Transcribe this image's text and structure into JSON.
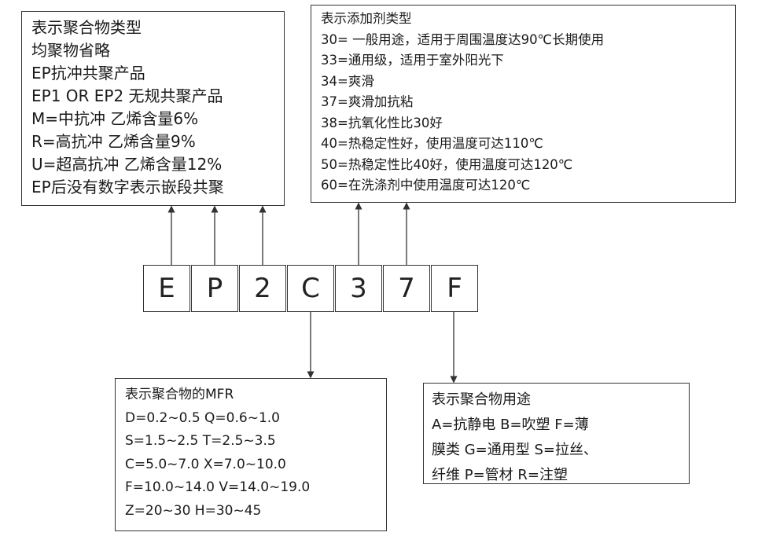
{
  "polymer_type": {
    "lines": [
      "表示聚合物类型",
      "均聚物省略",
      "EP抗冲共聚产品",
      "EP1 OR EP2 无规共聚产品",
      "M=中抗冲  乙烯含量6%",
      "R=高抗冲   乙烯含量9%",
      "U=超高抗冲 乙烯含量12%",
      "EP后没有数字表示嵌段共聚"
    ]
  },
  "additive_type": {
    "lines": [
      "表示添加剂类型",
      "30= 一般用途，适用于周围温度达90℃长期使用",
      "33=通用级，适用于室外阳光下",
      "34=爽滑",
      "37=爽滑加抗粘",
      "38=抗氧化性比30好",
      "40=热稳定性好，使用温度可达110℃",
      "50=热稳定性比40好，使用温度可达120℃",
      "60=在洗涤剂中使用温度可达120℃"
    ]
  },
  "code_cells": [
    "E",
    "P",
    "2",
    "C",
    "3",
    "7",
    "F"
  ],
  "mfr": {
    "lines": [
      "表示聚合物的MFR",
      "D=0.2~0.5   Q=0.6~1.0",
      "S=1.5~2.5      T=2.5~3.5",
      "C=5.0~7.0   X=7.0~10.0",
      "F=10.0~14.0     V=14.0~19.0",
      "Z=20~30     H=30~45"
    ]
  },
  "usage": {
    "lines": [
      "表示聚合物用途",
      "A=抗静电    B=吹塑      F=薄",
      "膜类    G=通用型   S=拉丝、",
      "纤维    P=管材    R=注塑"
    ]
  }
}
